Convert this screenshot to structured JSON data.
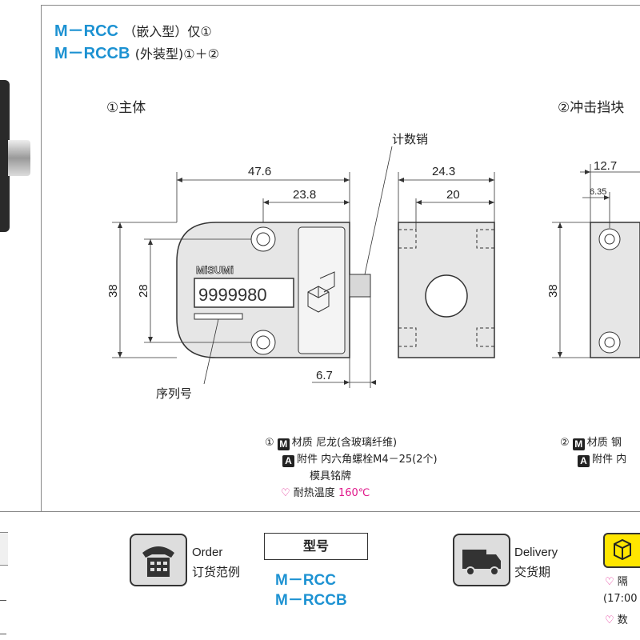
{
  "header": {
    "model_rcc": "M－RCC",
    "model_rcc_note": "（嵌入型）仅①",
    "model_rccb": "M－RCCB",
    "model_rccb_note": "(外装型)①＋②"
  },
  "main_body": {
    "title": "①主体",
    "counter_pin_label": "计数销",
    "serial_label": "序列号",
    "logo_text": "MiSUMi",
    "serial_number": "9999980",
    "dims": {
      "overall_width": "47.6",
      "half_width": "23.8",
      "height": "38",
      "inner_height": "28",
      "pin_offset": "6.7",
      "side_width": "24.3",
      "side_inner": "20"
    },
    "spec": {
      "index": "①",
      "material_tag": "M",
      "material_label": "材质",
      "material_value": "尼龙(含玻璃纤维)",
      "accessory_tag": "A",
      "accessory_label": "附件",
      "accessory_value": "内六角螺栓M4－25(2个)",
      "accessory_value2": "模具铭牌",
      "heat_label": "耐热温度",
      "heat_value": "160℃"
    }
  },
  "strike_block": {
    "title": "②冲击挡块",
    "dims": {
      "width": "12.7",
      "offset": "6.35",
      "height": "38"
    },
    "spec": {
      "index": "②",
      "material_tag": "M",
      "material_label": "材质",
      "material_value": "钢",
      "accessory_tag": "A",
      "accessory_label": "附件",
      "accessory_value": "内"
    }
  },
  "footer": {
    "order_en": "Order",
    "order_cn": "订货范例",
    "model_header": "型号",
    "model1": "M－RCC",
    "model2": "M－RCCB",
    "delivery_en": "Delivery",
    "delivery_cn": "交货期",
    "note1": "隔",
    "note2": "(17:00",
    "note3": "数"
  }
}
